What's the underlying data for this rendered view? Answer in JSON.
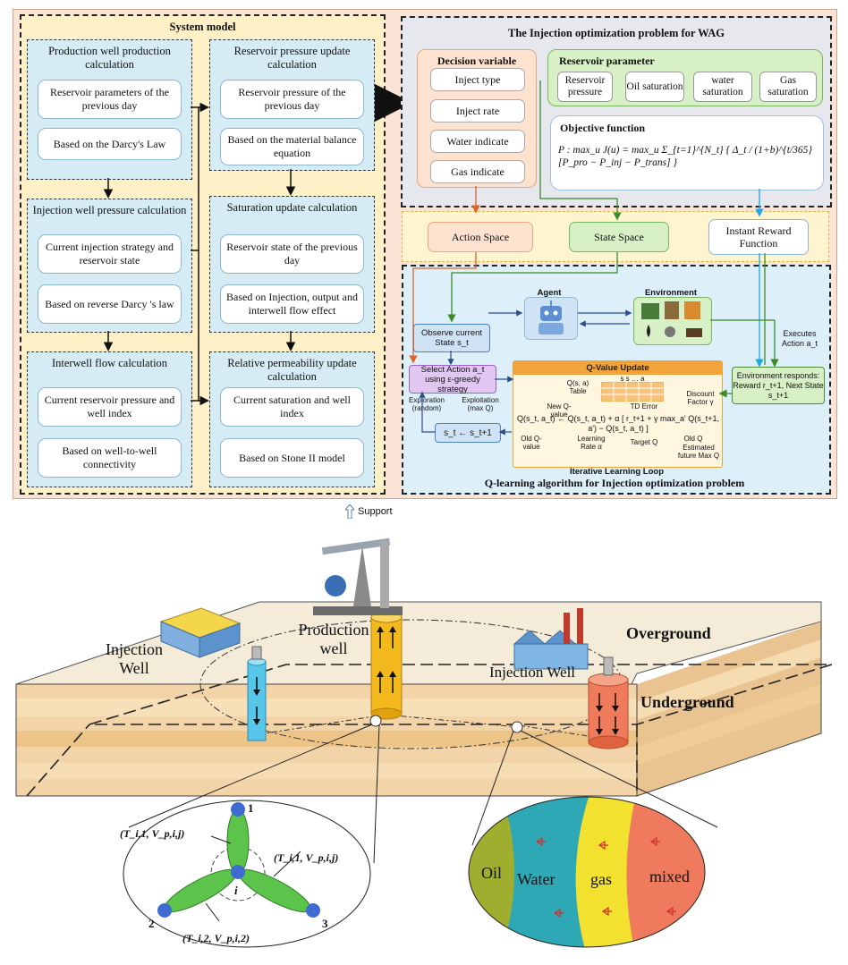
{
  "system_model": {
    "title": "System model",
    "col1": [
      {
        "title": "Production well production calculation",
        "items": [
          "Reservoir parameters of the previous day",
          "Based on the Darcy's Law"
        ]
      },
      {
        "title": "Injection well pressure calculation",
        "items": [
          "Current injection strategy and reservoir state",
          "Based on reverse Darcy 's law"
        ]
      },
      {
        "title": "Interwell flow calculation",
        "items": [
          "Current reservoir pressure and well index",
          "Based on well-to-well connectivity"
        ]
      }
    ],
    "col2": [
      {
        "title": "Reservoir pressure update calculation",
        "items": [
          "Reservoir pressure of the previous day",
          "Based on the material balance equation"
        ]
      },
      {
        "title": "Saturation update calculation",
        "items": [
          "Reservoir state of the previous day",
          "Based on Injection, output and interwell flow effect"
        ]
      },
      {
        "title": "Relative permeability update calculation",
        "items": [
          "Current saturation and well index",
          "Based on Stone II model"
        ]
      }
    ]
  },
  "injection_problem": {
    "title": "The Injection optimization problem for WAG",
    "decision_variable": {
      "title": "Decision variable",
      "items": [
        "Inject type",
        "Inject rate",
        "Water indicate",
        "Gas indicate"
      ]
    },
    "reservoir_parameter": {
      "title": "Reservoir parameter",
      "items": [
        "Reservoir pressure",
        "Oil saturation",
        "water saturation",
        "Gas saturation"
      ]
    },
    "objective_function": {
      "title": "Objective function",
      "formula": "P : max_u J(u) = max_u Σ_{t=1}^{N_t} { Δ_t / (1+b)^{t/365} [P_pro − P_inj − P_trans] }"
    }
  },
  "spaces": {
    "action": "Action Space",
    "state": "State Space",
    "reward": "Instant Reward Function"
  },
  "qlearning": {
    "title": "Q-learning algorithm for Injection optimization problem",
    "agent": "Agent",
    "environment": "Environment",
    "observe": "Observe current State s_t",
    "select": "Select Action a_t using ε-greedy strategy",
    "exploration": "Exploration (random)",
    "exploitation": "Exploitation (max Q)",
    "update_state": "s_t ← s_t+1",
    "executes": "Executes Action a_t",
    "env_responds": "Environment responds: Reward r_t+1, Next State s_t+1",
    "qvalue_update": "Q-Value Update",
    "qtable": "Q(s, a) Table",
    "qtable_head": "s  s  …  a",
    "new_q": "New Q-value",
    "td_error": "TD Error",
    "discount": "Discount Factor γ",
    "equation": "Q(s_t, a_t) ← Q(s_t, a_t) + α [ r_t+1 + γ max_a' Q(s_t+1, a') − Q(s_t, a_t) ]",
    "old_q": "Old Q-value",
    "learning_rate": "Learning Rate α",
    "target_q": "Target Q",
    "old_q2": "Old Q",
    "est_future": "Estimated future Max Q",
    "loop": "Iterative Learning Loop"
  },
  "support": "Support",
  "illustration": {
    "production_well": "Production well",
    "injection_well_left": "Injection Well",
    "injection_well_right": "Injection Well",
    "overground": "Overground",
    "underground": "Underground"
  },
  "connectivity": {
    "node_labels": [
      "1",
      "2",
      "3",
      "i"
    ],
    "label_top": "(T_i,1, V_p,i,j)",
    "label_right": "(T_i,1, V_p,i,j)",
    "label_bottom": "(T_i,2, V_p,i,2)"
  },
  "saturation_zones": [
    "Oil",
    "Water",
    "gas",
    "mixed"
  ],
  "colors": {
    "oil": "#9fae2e",
    "water": "#2ea8b5",
    "gas": "#f2e12f",
    "mixed": "#f07a5e",
    "node": "#3f6cd1",
    "petal": "#5cc44a"
  }
}
